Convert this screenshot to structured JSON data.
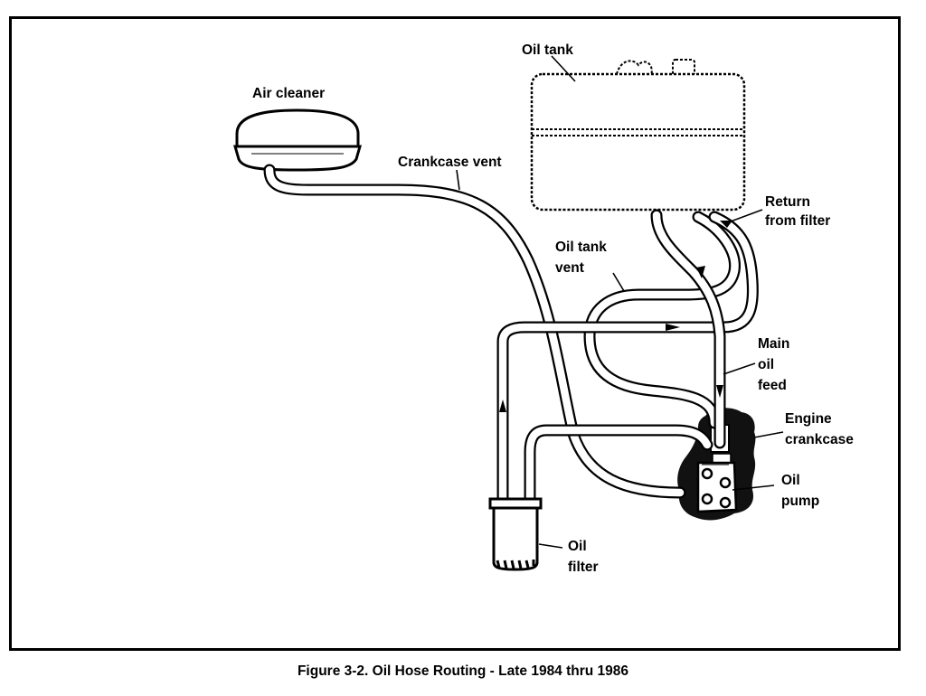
{
  "labels": {
    "oil_tank": "Oil tank",
    "air_cleaner": "Air cleaner",
    "crankcase_vent": "Crankcase vent",
    "return_from_filter": [
      "Return",
      "from filter"
    ],
    "oil_tank_vent": [
      "Oil tank",
      "vent"
    ],
    "main_oil_feed": [
      "Main",
      "oil",
      "feed"
    ],
    "engine_crankcase": [
      "Engine",
      "crankcase"
    ],
    "oil_pump": [
      "Oil",
      "pump"
    ],
    "oil_filter": [
      "Oil",
      "filter"
    ]
  },
  "caption": "Figure 3-2. Oil Hose Routing - Late 1984 thru 1986"
}
